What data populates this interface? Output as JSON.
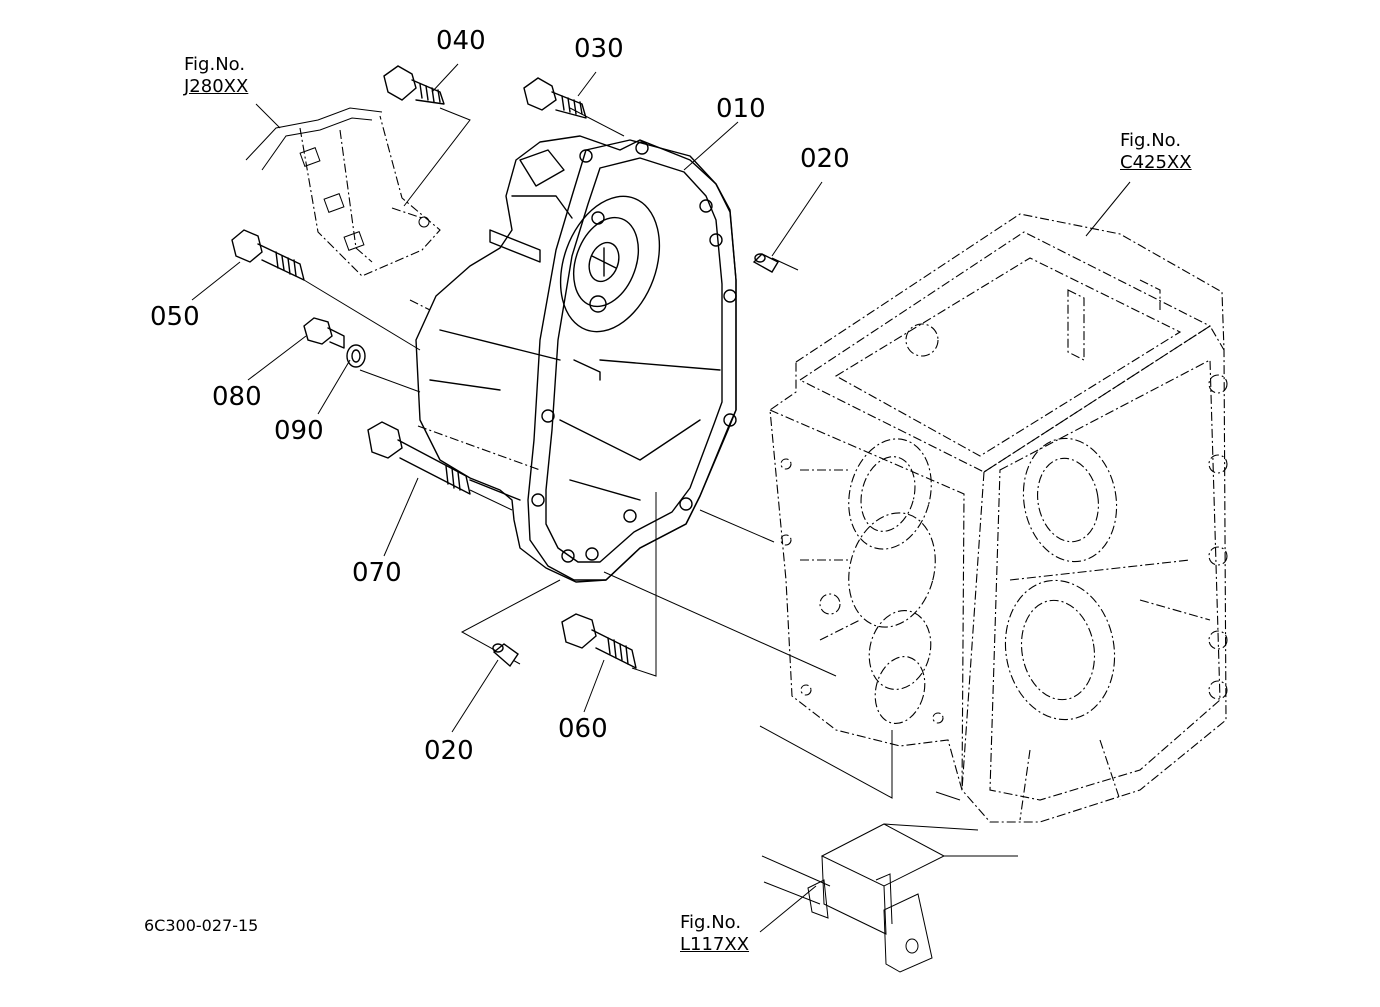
{
  "parts": [
    {
      "id": "p040",
      "label": "040"
    },
    {
      "id": "p030",
      "label": "030"
    },
    {
      "id": "p010",
      "label": "010"
    },
    {
      "id": "p020a",
      "label": "020"
    },
    {
      "id": "p050",
      "label": "050"
    },
    {
      "id": "p080",
      "label": "080"
    },
    {
      "id": "p090",
      "label": "090"
    },
    {
      "id": "p070",
      "label": "070"
    },
    {
      "id": "p020b",
      "label": "020"
    },
    {
      "id": "p060",
      "label": "060"
    }
  ],
  "figure_refs": {
    "top_left": {
      "caption": "Fig.No.",
      "ref": "J280XX"
    },
    "top_right": {
      "caption": "Fig.No.",
      "ref": "C425XX"
    },
    "bottom": {
      "caption": "Fig.No.",
      "ref": "L117XX"
    }
  },
  "drawing_code": "6C300-027-15"
}
